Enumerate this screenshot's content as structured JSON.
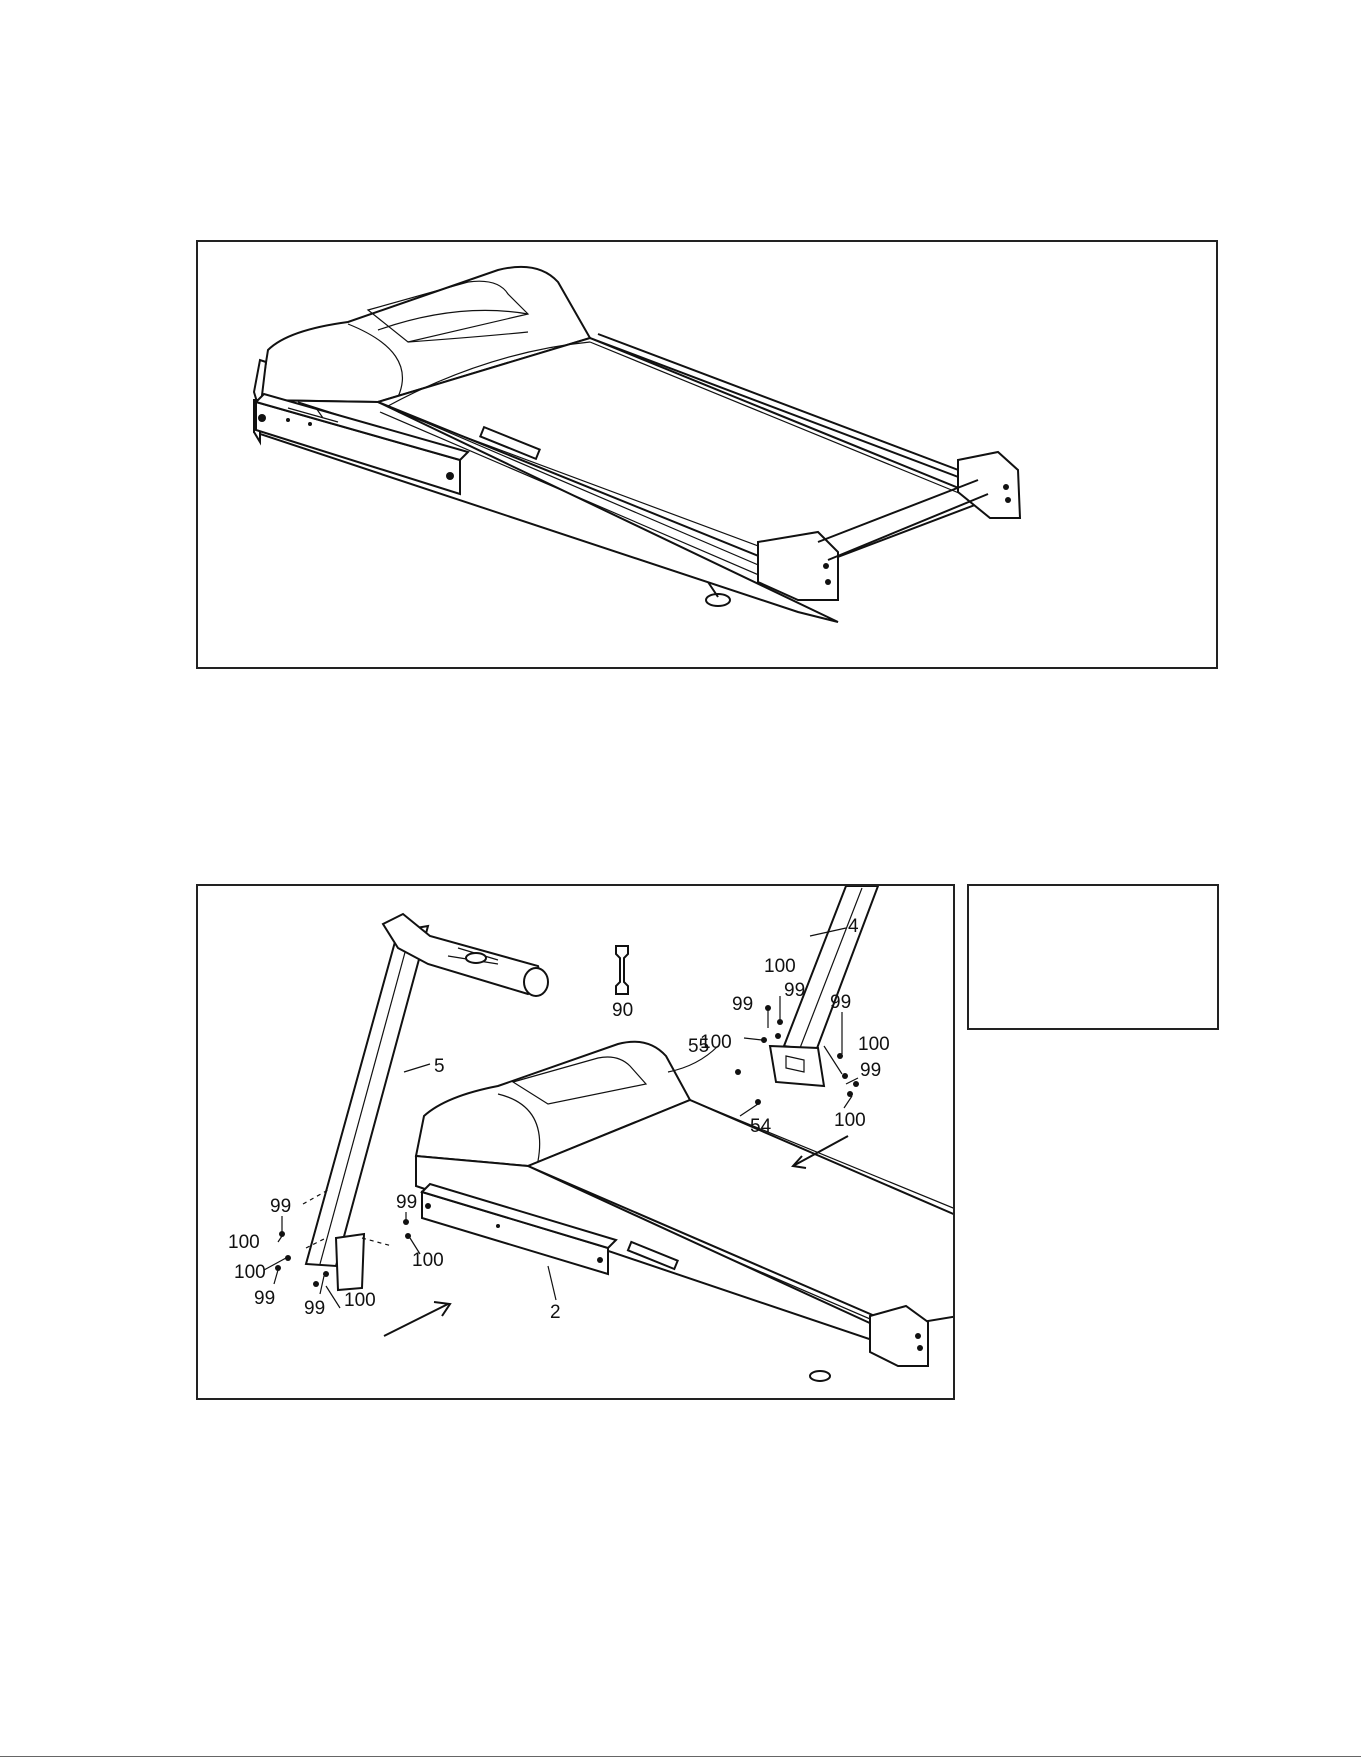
{
  "figure1": {
    "subject": "treadmill-base-assembled"
  },
  "figure2": {
    "subject": "upright-installation",
    "callouts": {
      "c4": "4",
      "c5": "5",
      "c2": "2",
      "c90": "90",
      "c55": "55",
      "c54": "54",
      "r_100_top": "100",
      "r_99_a": "99",
      "r_99_b": "99",
      "r_100_mid": "100",
      "r_99_right": "99",
      "r_100_right": "100",
      "r_99_right2": "99",
      "r_100_right2": "100",
      "l_99_top": "99",
      "l_100_top": "100",
      "l_100_mid": "100",
      "l_99_low": "99",
      "l_99_bottom": "99",
      "l_100_bottom": "100",
      "m_99": "99",
      "m_100": "100"
    }
  },
  "note_box": {
    "text": ""
  }
}
